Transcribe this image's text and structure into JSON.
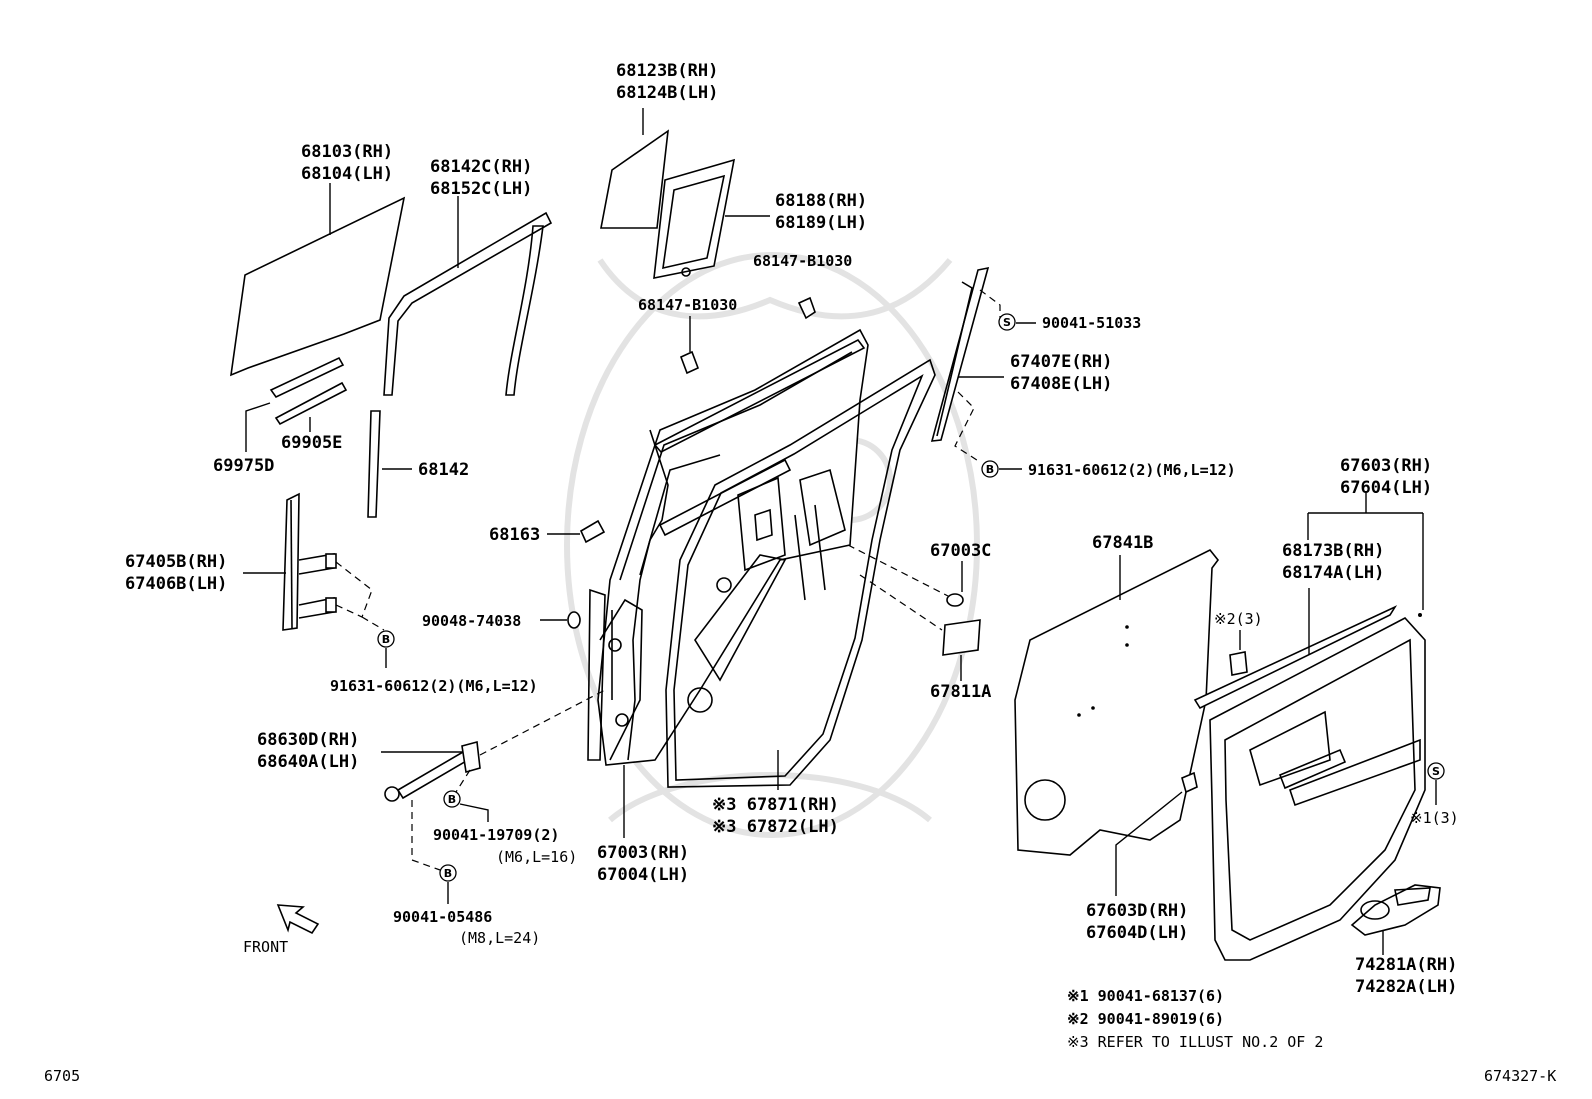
{
  "labels": {
    "l68123b": "68123B(RH)",
    "l68124b": "68124B(LH)",
    "l68103": "68103(RH)",
    "l68104": "68104(LH)",
    "l68142c": "68142C(RH)",
    "l68152c": "68152C(LH)",
    "l68188": "68188(RH)",
    "l68189": "68189(LH)",
    "l68147a": "68147-B1030",
    "l68147b": "68147-B1030",
    "l90041_51033": "90041-51033",
    "l67407e": "67407E(RH)",
    "l67408e": "67408E(LH)",
    "l91631_r": "91631-60612(2)(M6,L=12)",
    "l69975d": "69975D",
    "l69905e": "69905E",
    "l68142": "68142",
    "l67603": "67603(RH)",
    "l67604": "67604(LH)",
    "l68163": "68163",
    "l67003c": "67003C",
    "l67841b": "67841B",
    "l68173b": "68173B(RH)",
    "l68174a": "68174A(LH)",
    "l67405b": "67405B(RH)",
    "l67406b": "67406B(LH)",
    "l90048": "90048-74038",
    "l67811a": "67811A",
    "l2x3": "※2(3)",
    "l91631_l": "91631-60612(2)(M6,L=12)",
    "l68630d": "68630D(RH)",
    "l68640a": "68640A(LH)",
    "l67871": "※3 67871(RH)",
    "l67872": "※3 67872(LH)",
    "l1x3": "※1(3)",
    "l90041_19709": "90041-19709(2)",
    "l90041_19709b": "(M6,L=16)",
    "l67003": "67003(RH)",
    "l67004": "67004(LH)",
    "l67603d": "67603D(RH)",
    "l67604d": "67604D(LH)",
    "l90041_05486": "90041-05486",
    "l90041_05486b": "(M8,L=24)",
    "l74281a": "74281A(RH)",
    "l74282a": "74282A(LH)",
    "front": "FRONT"
  },
  "notes": [
    "※1 90041-68137(6)",
    "※2 90041-89019(6)",
    "※3 REFER TO ILLUST NO.2 OF 2"
  ],
  "symbols": {
    "s": "S",
    "b": "B"
  },
  "footer": {
    "left": "6705",
    "right": "674327-K"
  }
}
